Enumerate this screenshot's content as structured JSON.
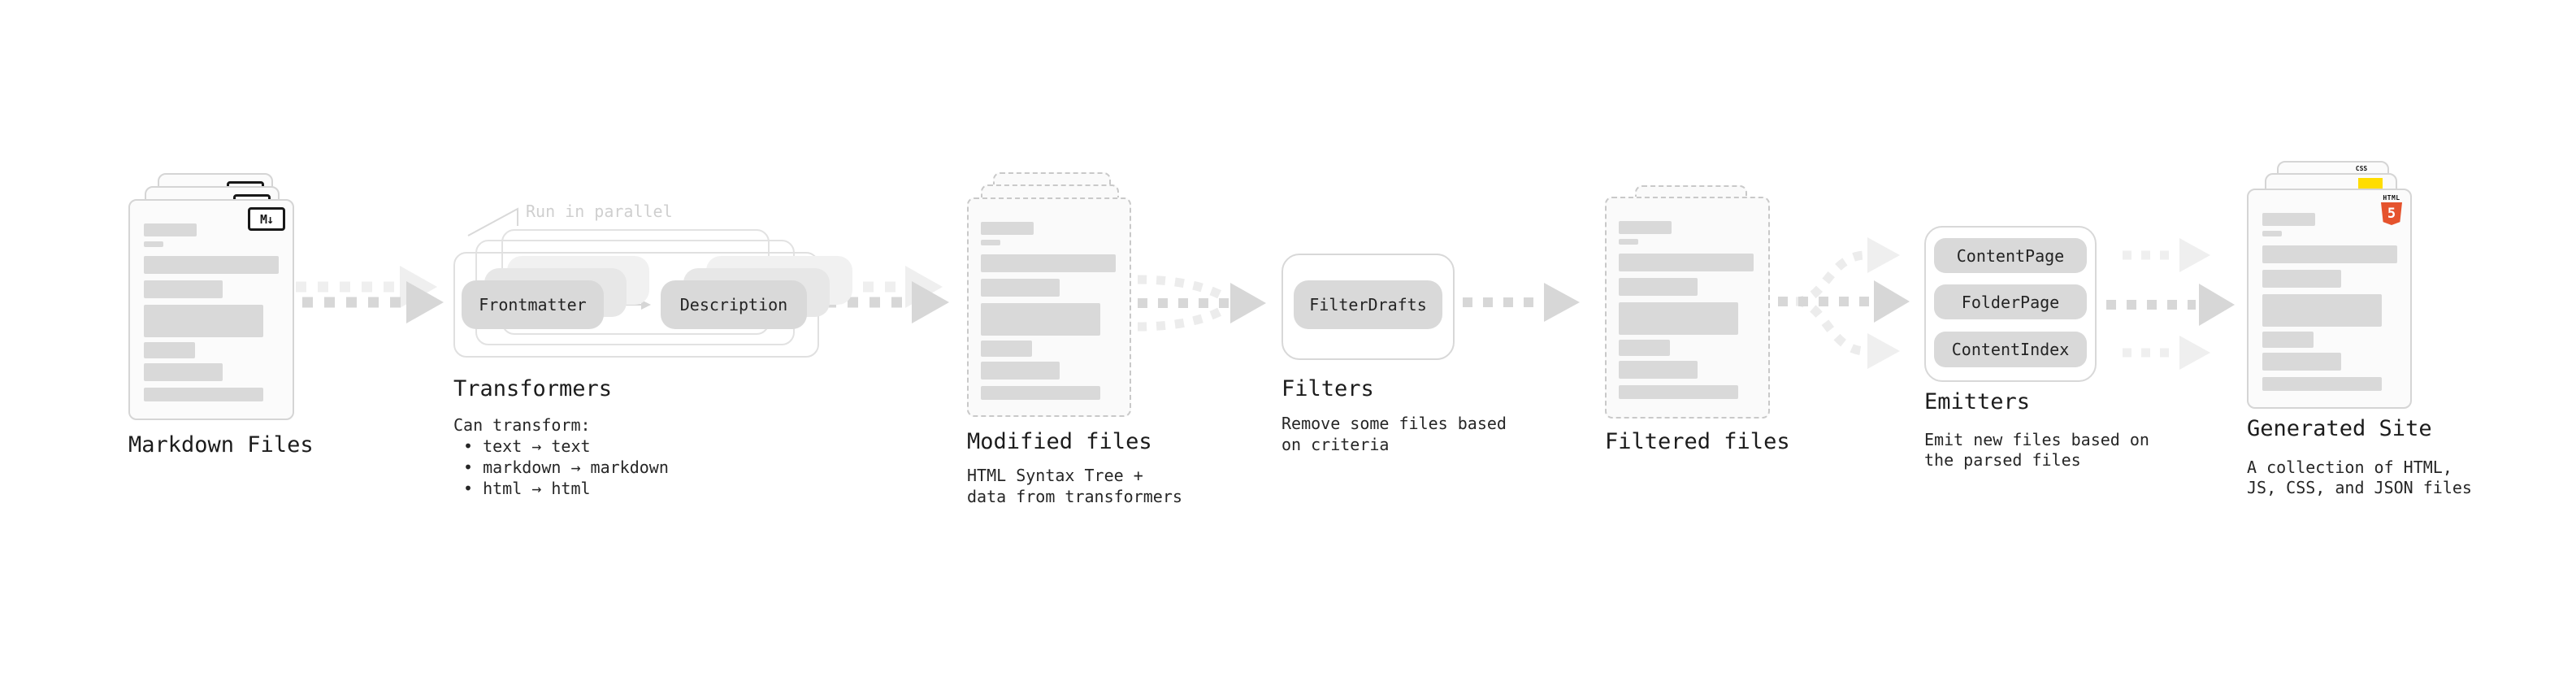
{
  "stages": {
    "markdown": {
      "label": "Markdown Files",
      "badge": "M↓"
    },
    "transformers": {
      "label": "Transformers",
      "annotation": "Run in parallel",
      "pills": [
        "Frontmatter",
        "Description"
      ],
      "desc_title": "Can transform:",
      "bullets": [
        "• text → text",
        "• markdown → markdown",
        "• html → html"
      ]
    },
    "modified": {
      "label": "Modified files",
      "desc": [
        "HTML Syntax Tree +",
        "data from transformers"
      ]
    },
    "filters": {
      "label": "Filters",
      "pills": [
        "FilterDrafts"
      ],
      "desc": [
        "Remove some files based",
        "on criteria"
      ]
    },
    "filtered": {
      "label": "Filtered files"
    },
    "emitters": {
      "label": "Emitters",
      "pills": [
        "ContentPage",
        "FolderPage",
        "ContentIndex"
      ],
      "desc": [
        "Emit new files based on",
        "the parsed files"
      ]
    },
    "generated": {
      "label": "Generated Site",
      "desc": [
        "A collection of HTML,",
        "JS, CSS, and JSON files"
      ],
      "badges": {
        "css_label": "CSS",
        "html_label": "HTML",
        "html5_number": "5"
      }
    }
  },
  "colors": {
    "html5_orange": "#e5532d",
    "js_yellow": "#ffdd00",
    "css_blue": "#2760e5",
    "ink": "#1c1c1c",
    "annotation_gray": "#cfcfcf",
    "arrow_dark": "#d7d7d7",
    "arrow_light": "#efefef",
    "skeleton_gray": "#d9d9d9"
  }
}
